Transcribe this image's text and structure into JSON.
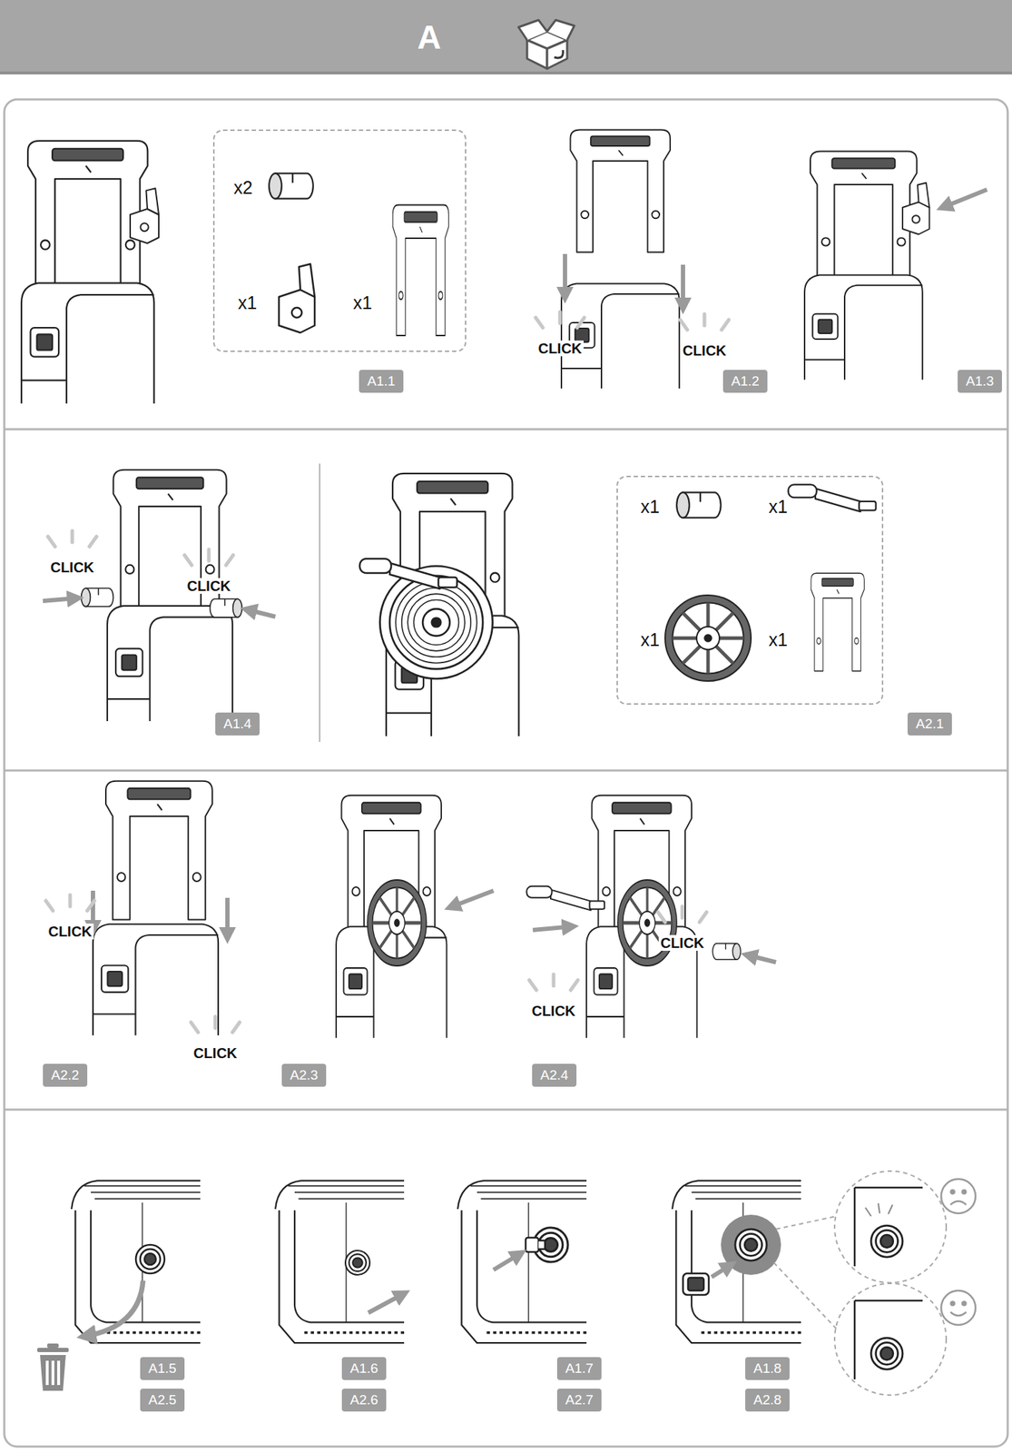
{
  "diagram": {
    "title": "A",
    "nodes": [
      {
        "text": [
          "x2",
          "x1",
          "x1"
        ]
      },
      {
        "text": [
          "A1.1"
        ]
      },
      {
        "text": [
          "A1.2"
        ]
      },
      {
        "text": [
          "A1.3"
        ]
      },
      {
        "text": [
          "A1.4"
        ]
      },
      {
        "text": [
          "x1",
          "x1",
          "x1",
          "x1"
        ]
      },
      {
        "text": [
          "A2.1"
        ]
      },
      {
        "text": [
          "A2.2"
        ]
      },
      {
        "text": [
          "A2.3"
        ]
      },
      {
        "text": [
          "A2.4"
        ]
      },
      {
        "text": [
          "A1.5"
        ]
      },
      {
        "text": [
          "A2.5"
        ]
      },
      {
        "text": [
          "A1.6"
        ]
      },
      {
        "text": [
          "A2.6"
        ]
      },
      {
        "text": [
          "A1.7"
        ]
      },
      {
        "text": [
          "A2.7"
        ]
      },
      {
        "text": [
          "A1.8"
        ]
      },
      {
        "text": [
          "A2.8"
        ]
      }
    ],
    "labels": [
      "CLICK",
      "CLICK",
      "CLICK",
      "CLICK",
      "CLICK",
      "CLICK",
      "CLICK",
      "CLICK"
    ]
  }
}
